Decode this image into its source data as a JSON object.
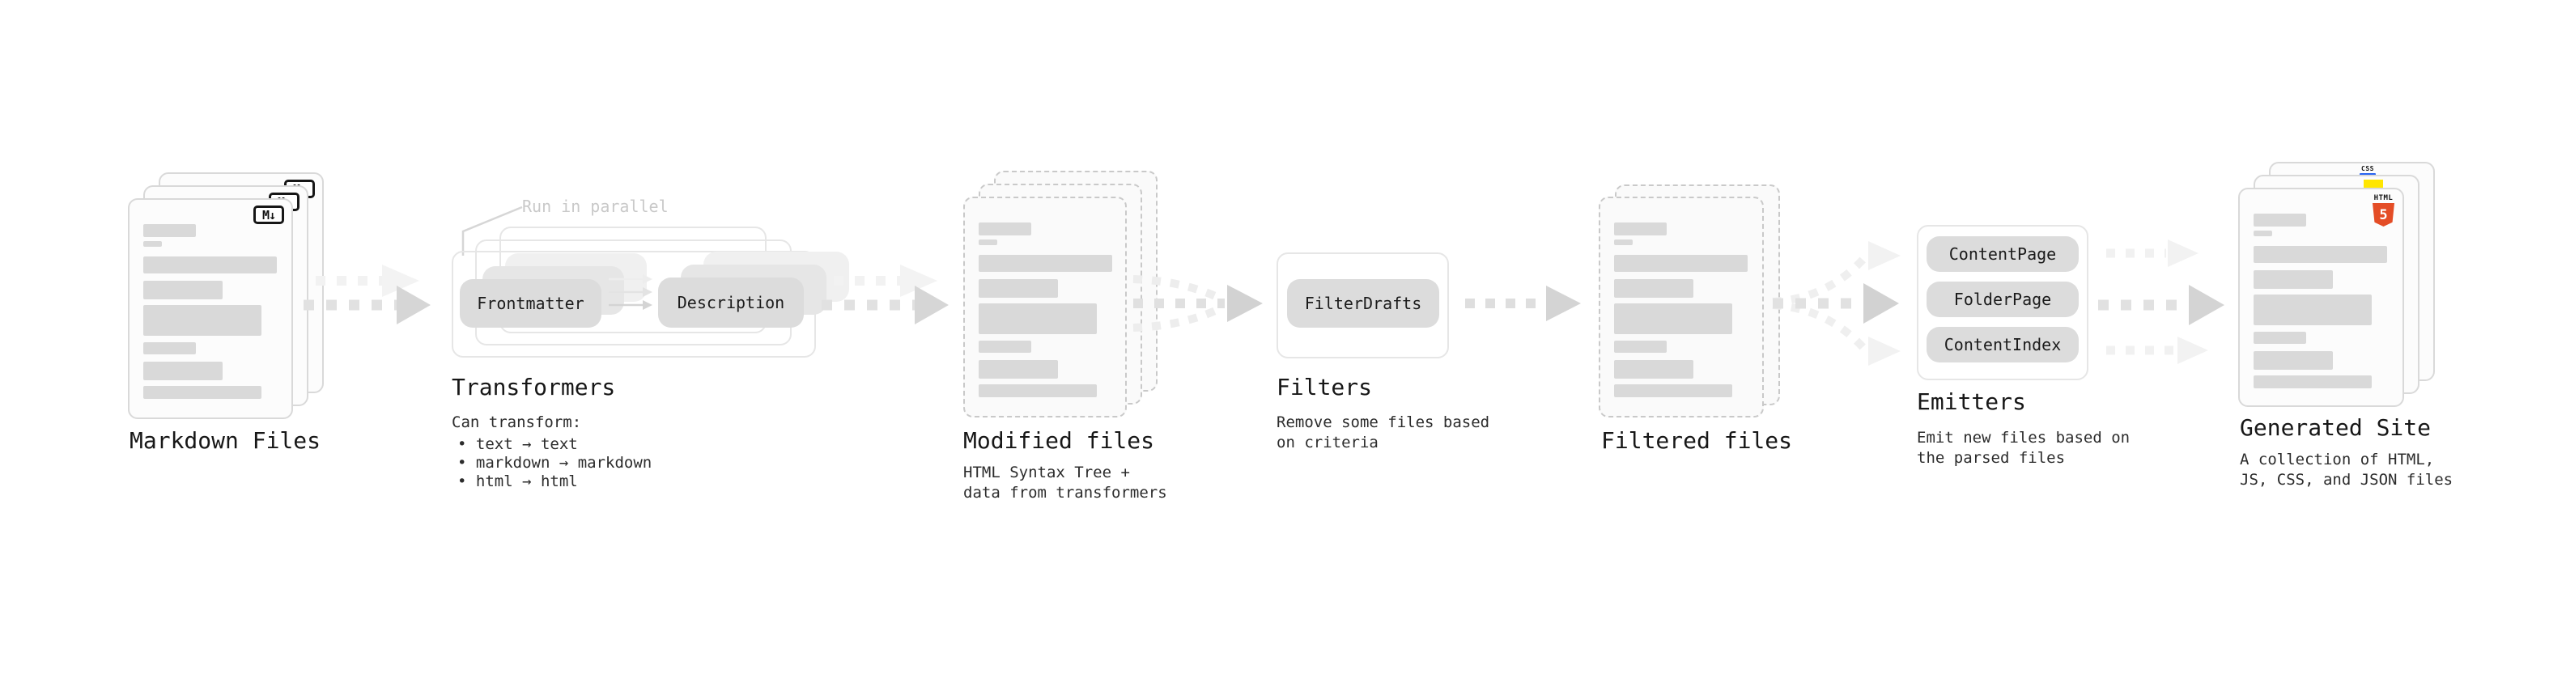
{
  "stages": {
    "markdown": {
      "label": "Markdown Files",
      "icon_text": "M↓"
    },
    "transformers": {
      "note": "Run in parallel",
      "box1": "Frontmatter",
      "box2": "Description",
      "title": "Transformers",
      "desc_heading": "Can transform:",
      "bullets": [
        "• text → text",
        "• markdown → markdown",
        "• html → html"
      ]
    },
    "modified": {
      "title": "Modified files",
      "desc1": "HTML Syntax Tree +",
      "desc2": "data from transformers"
    },
    "filters": {
      "box": "FilterDrafts",
      "title": "Filters",
      "desc1": "Remove some files based",
      "desc2": "on criteria"
    },
    "filtered": {
      "title": "Filtered files"
    },
    "emitters": {
      "box1": "ContentPage",
      "box2": "FolderPage",
      "box3": "ContentIndex",
      "title": "Emitters",
      "desc1": "Emit new files based on",
      "desc2": "the parsed files"
    },
    "generated": {
      "title": "Generated Site",
      "desc1": "A collection of HTML,",
      "desc2": "JS, CSS, and JSON files",
      "badges": {
        "html_label": "HTML",
        "html_number": "5",
        "css_label": "CSS"
      }
    }
  },
  "colors": {
    "html5_orange": "#e44d26",
    "js_yellow": "#ffe600",
    "css_blue": "#2965f1"
  }
}
